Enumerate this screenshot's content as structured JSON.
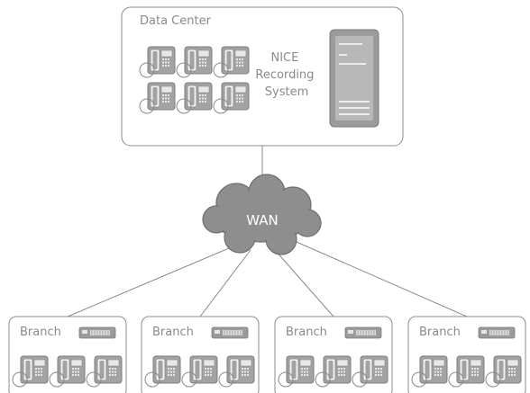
{
  "data_center": {
    "label": "Data Center",
    "system_label_lines": [
      "NICE",
      "Recording",
      "System"
    ],
    "phone_count": 6
  },
  "network": {
    "label": "WAN"
  },
  "branches": [
    {
      "label": "Branch",
      "phone_count": 3
    },
    {
      "label": "Branch",
      "phone_count": 3
    },
    {
      "label": "Branch",
      "phone_count": 3
    },
    {
      "label": "Branch",
      "phone_count": 3
    }
  ],
  "colors": {
    "box_stroke": "#8c8c8c",
    "label_text": "#8a8a8a",
    "line": "#8a8a8a",
    "cloud_fill": "#8e8e8e",
    "cloud_text": "#ffffff",
    "device_fill": "#a3a3a3",
    "device_dark": "#7d7d7d",
    "device_light": "#e8e8e8"
  }
}
